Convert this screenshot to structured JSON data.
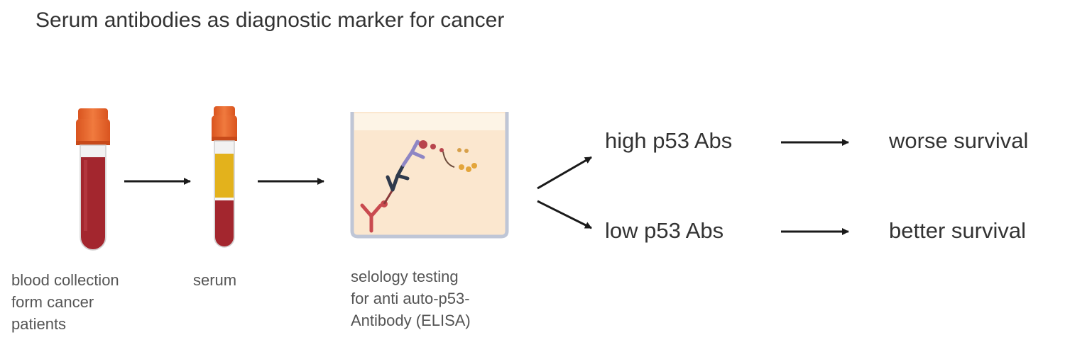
{
  "title": "Serum antibodies as diagnostic marker for cancer",
  "steps": {
    "blood": {
      "icon": "blood-tube-icon",
      "caption": [
        "blood collection",
        "form cancer",
        "patients"
      ]
    },
    "serum": {
      "icon": "serum-tube-icon",
      "caption": [
        "serum"
      ]
    },
    "elisa": {
      "icon": "elisa-well-icon",
      "caption": [
        "selology testing",
        "for anti auto-p53-",
        "Antibody (ELISA)"
      ]
    }
  },
  "branches": [
    {
      "condition": "high p53 Abs",
      "outcome": "worse survival"
    },
    {
      "condition": "low p53 Abs",
      "outcome": "better survival"
    }
  ],
  "colors": {
    "cap": "#e8642c",
    "blood": "#a3262e",
    "serum": "#e3b21c",
    "well_fill": "#fbe7cf",
    "well_border": "#bfc6d6",
    "arrow": "#1a1a1a"
  }
}
